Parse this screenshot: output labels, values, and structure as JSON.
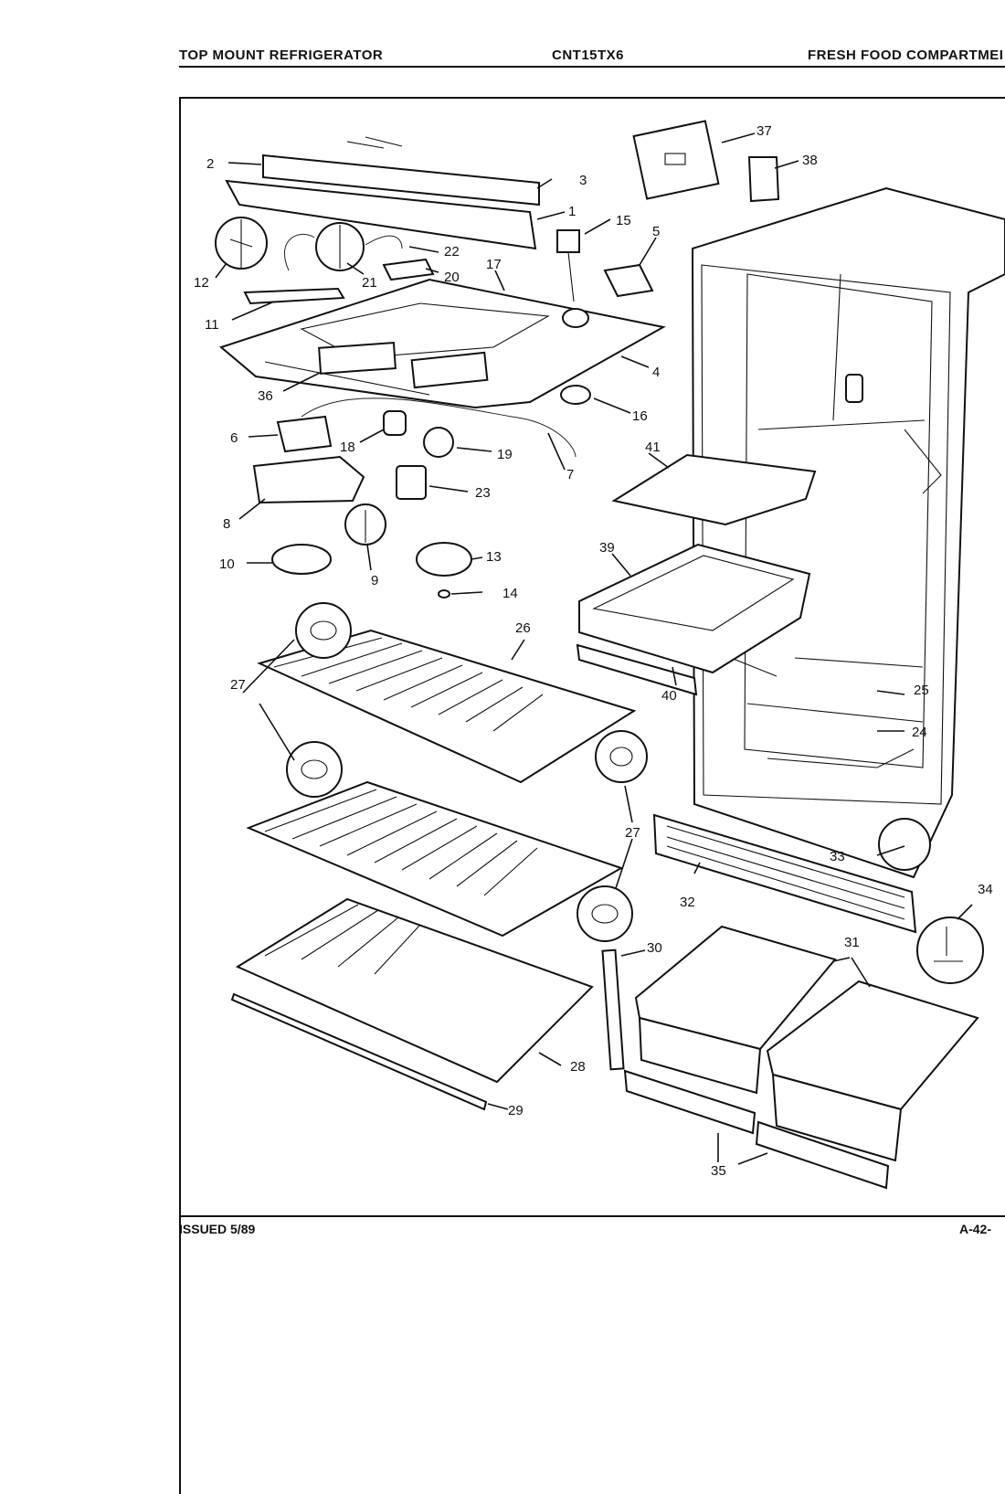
{
  "header": {
    "left": "TOP MOUNT REFRIGERATOR",
    "center": "CNT15TX6",
    "right": "FRESH FOOD COMPARTMEI"
  },
  "footer": {
    "left": "ISSUED 5/89",
    "right": "A-42-"
  },
  "callouts": {
    "c1": "1",
    "c2": "2",
    "c3": "3",
    "c4": "4",
    "c5": "5",
    "c6": "6",
    "c7": "7",
    "c8": "8",
    "c9": "9",
    "c10": "10",
    "c11": "11",
    "c12": "12",
    "c13": "13",
    "c14": "14",
    "c15": "15",
    "c16": "16",
    "c17": "17",
    "c18": "18",
    "c19": "19",
    "c20": "20",
    "c21": "21",
    "c22": "22",
    "c23": "23",
    "c24": "24",
    "c25": "25",
    "c26": "26",
    "c27a": "27",
    "c27b": "27",
    "c28": "28",
    "c29": "29",
    "c30": "30",
    "c31": "31",
    "c32": "32",
    "c33": "33",
    "c34": "34",
    "c35": "35",
    "c36": "36",
    "c37": "37",
    "c38": "38",
    "c39": "39",
    "c40": "40",
    "c41": "41"
  }
}
